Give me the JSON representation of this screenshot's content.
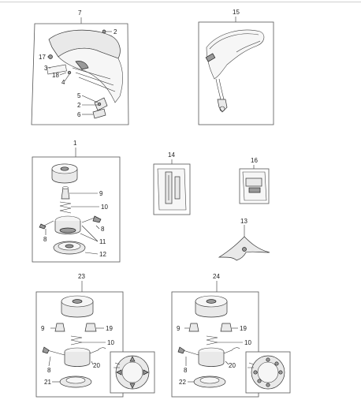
{
  "callouts": {
    "box7": "7",
    "box15": "15",
    "box1": "1",
    "box14": "14",
    "box16": "16",
    "box13": "13",
    "box23": "23",
    "box24": "24",
    "p2a": "2",
    "p17": "17",
    "p3": "3",
    "p18": "18",
    "p4": "4",
    "p5": "5",
    "p2b": "2",
    "p6": "6",
    "k9": "9",
    "k10": "10",
    "k8a": "8",
    "k8b": "8",
    "k11": "11",
    "k12": "12",
    "a9": "9",
    "a19": "19",
    "a10": "10",
    "a20": "20",
    "a8": "8",
    "a21": "21",
    "b9": "9",
    "b19": "19",
    "b10": "10",
    "b20": "20",
    "b8": "8",
    "b22": "22"
  }
}
